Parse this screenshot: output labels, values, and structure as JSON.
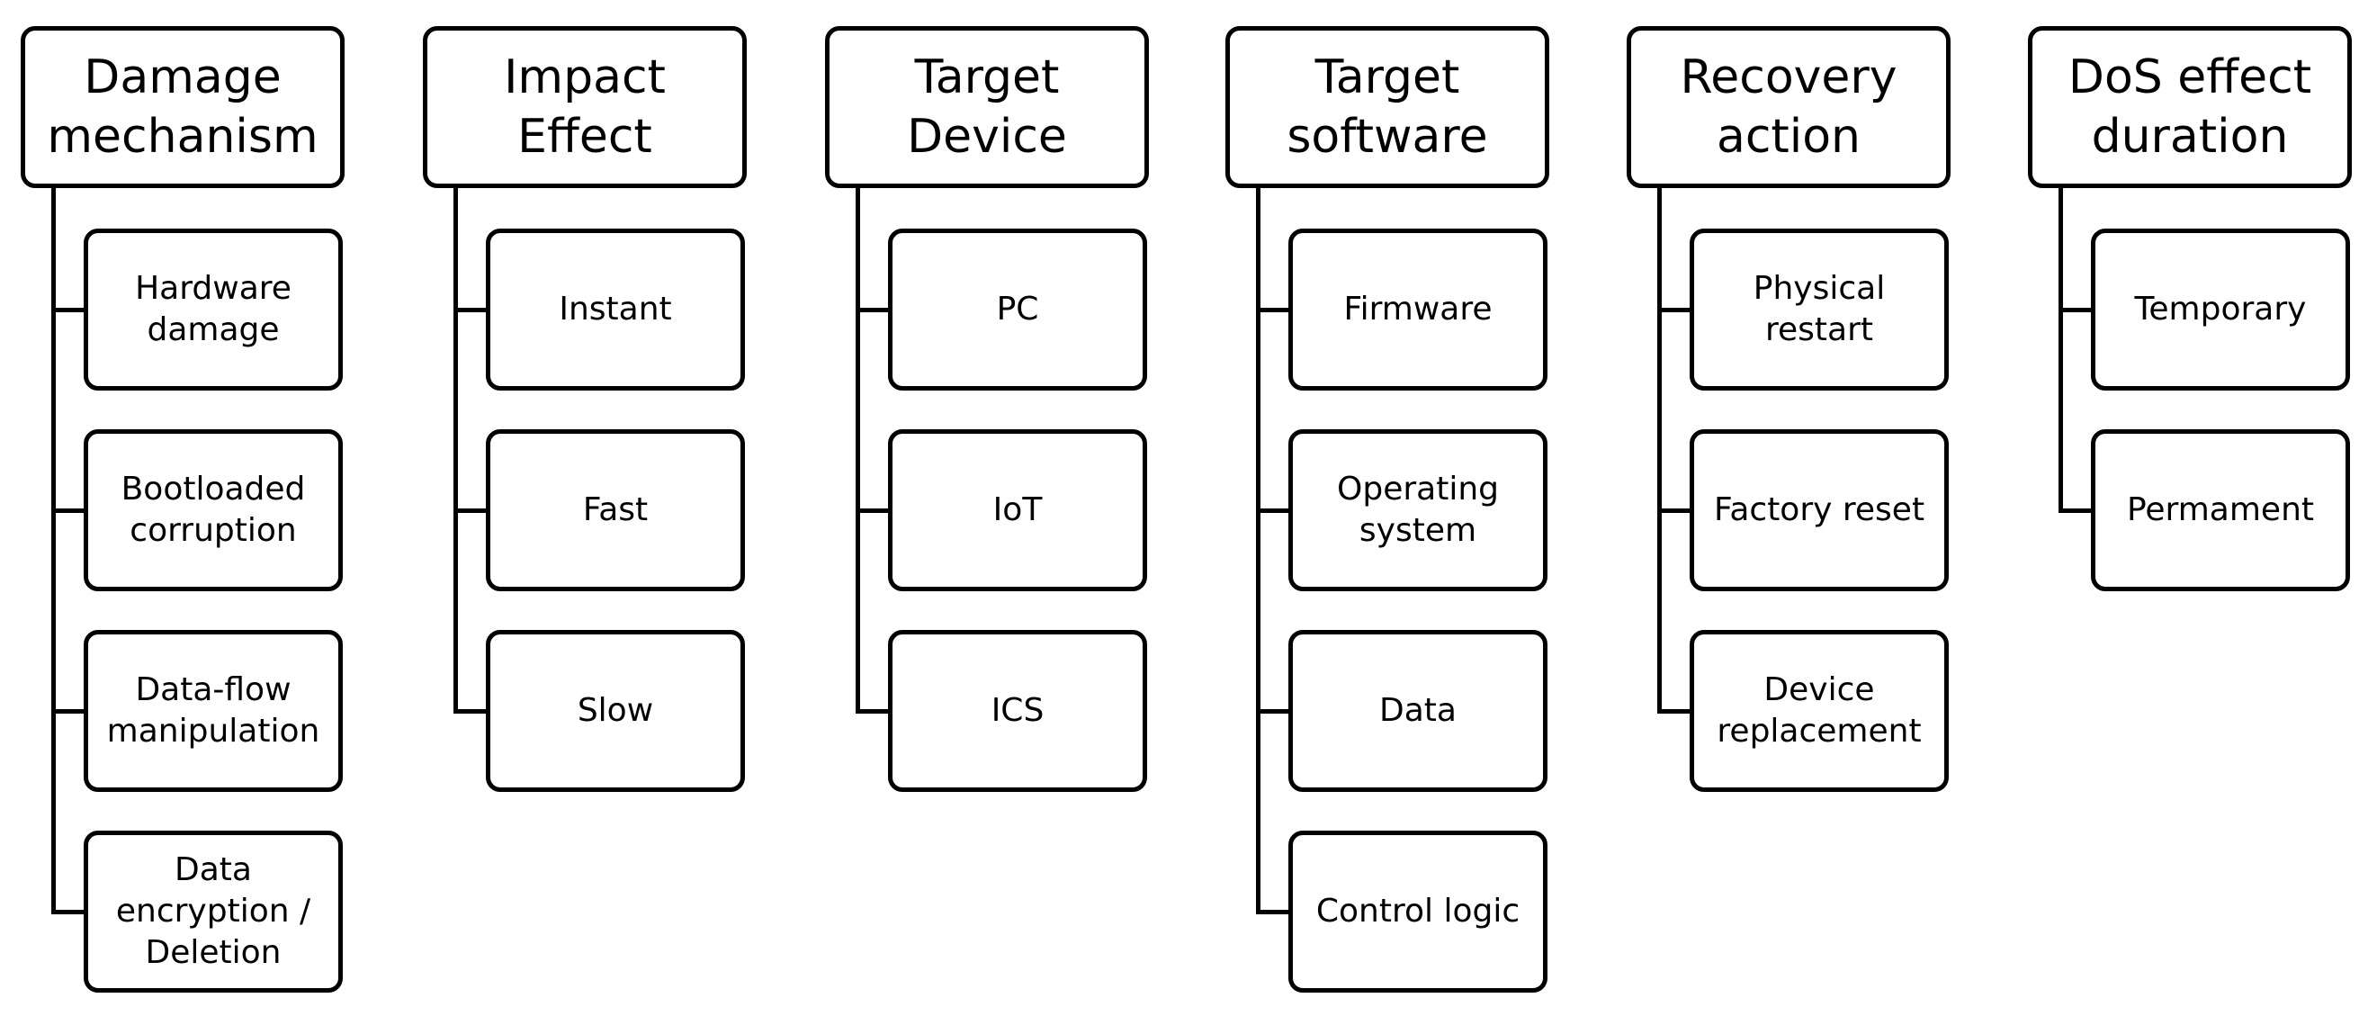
{
  "categories": [
    {
      "title": "Damage\nmechanism",
      "items": [
        "Hardware\ndamage",
        "Bootloaded\ncorruption",
        "Data-flow\nmanipulation",
        "Data\nencryption /\nDeletion"
      ]
    },
    {
      "title": "Impact\nEffect",
      "items": [
        "Instant",
        "Fast",
        "Slow"
      ]
    },
    {
      "title": "Target\nDevice",
      "items": [
        "PC",
        "IoT",
        "ICS"
      ]
    },
    {
      "title": "Target\nsoftware",
      "items": [
        "Firmware",
        "Operating\nsystem",
        "Data",
        "Control logic"
      ]
    },
    {
      "title": "Recovery\naction",
      "items": [
        "Physical\nrestart",
        "Factory reset",
        "Device\nreplacement"
      ]
    },
    {
      "title": "DoS effect\nduration",
      "items": [
        "Temporary",
        "Permament"
      ]
    }
  ]
}
